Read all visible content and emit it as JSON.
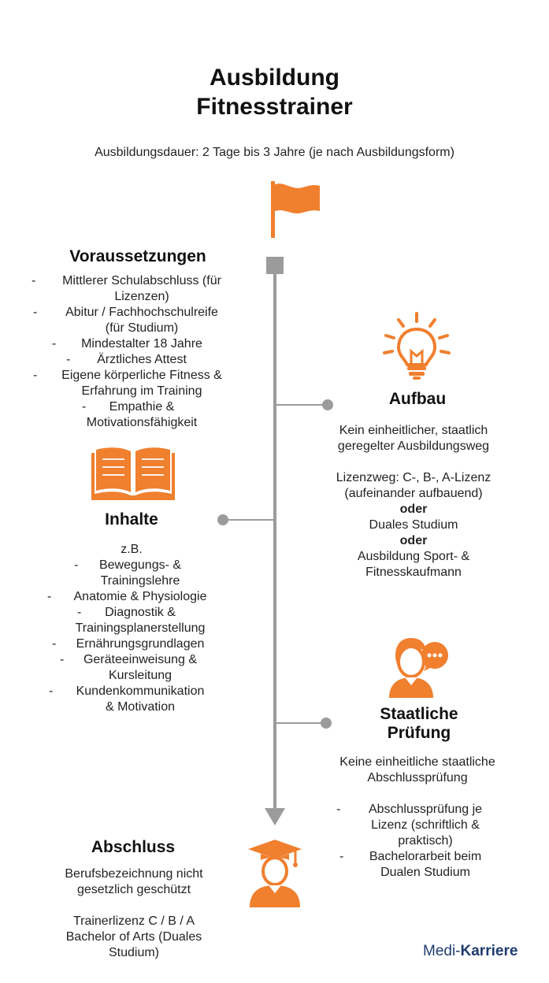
{
  "title": [
    "Ausbildung",
    "Fitnesstrainer"
  ],
  "subtitle": "Ausbildungsdauer: 2 Tage bis 3 Jahre (je nach Ausbildungsform)",
  "colors": {
    "accent": "#f07f2e",
    "timeline": "#9b9b9b",
    "brand": "#1f3b6e"
  },
  "icons": {
    "start": "flag-icon",
    "aufbau": "lightbulb-icon",
    "inhalte": "open-book-icon",
    "pruefung": "person-speech-bubble-icon",
    "abschluss": "graduate-icon"
  },
  "voraussetzungen": {
    "heading": "Voraussetzungen",
    "items": [
      [
        "Mittlerer Schulabschluss (für",
        "Lizenzen)"
      ],
      [
        "Abitur / Fachhochschulreife",
        "(für Studium)"
      ],
      [
        "Mindestalter 18 Jahre"
      ],
      [
        "Ärztliches Attest"
      ],
      [
        "Eigene körperliche Fitness &",
        "Erfahrung im Training"
      ],
      [
        "Empathie &",
        "Motivationsfähigkeit"
      ]
    ]
  },
  "aufbau": {
    "heading": "Aufbau",
    "lines": [
      "Kein einheitlicher, staatlich",
      "geregelter Ausbildungsweg",
      "",
      "Lizenzweg: C-, B-, A-Lizenz",
      "(aufeinander aufbauend)",
      "oder",
      "Duales Studium",
      "oder",
      "Ausbildung Sport- &",
      "Fitnesskaufmann"
    ]
  },
  "inhalte": {
    "heading": "Inhalte",
    "intro": "z.B.",
    "items": [
      [
        "Bewegungs- &",
        "Trainingslehre"
      ],
      [
        "Anatomie & Physiologie"
      ],
      [
        "Diagnostik &",
        "Trainingsplanerstellung"
      ],
      [
        "Ernährungsgrundlagen"
      ],
      [
        "Geräteeinweisung &",
        "Kursleitung"
      ],
      [
        "Kundenkommunikation",
        "& Motivation"
      ]
    ]
  },
  "pruefung": {
    "heading": [
      "Staatliche",
      "Prüfung"
    ],
    "lines": [
      "Keine einheitliche staatliche",
      "Abschlussprüfung"
    ],
    "items": [
      [
        "Abschlussprüfung je",
        "Lizenz (schriftlich &",
        "praktisch)"
      ],
      [
        "Bachelorarbeit beim",
        "Dualen Studium"
      ]
    ]
  },
  "abschluss": {
    "heading": "Abschluss",
    "lines": [
      "Berufsbezeichnung nicht",
      "gesetzlich geschützt",
      "",
      "Trainerlizenz C / B / A",
      "Bachelor of Arts (Duales",
      "Studium)"
    ]
  },
  "brand": {
    "part1": "Medi-",
    "part2": "Karriere"
  }
}
